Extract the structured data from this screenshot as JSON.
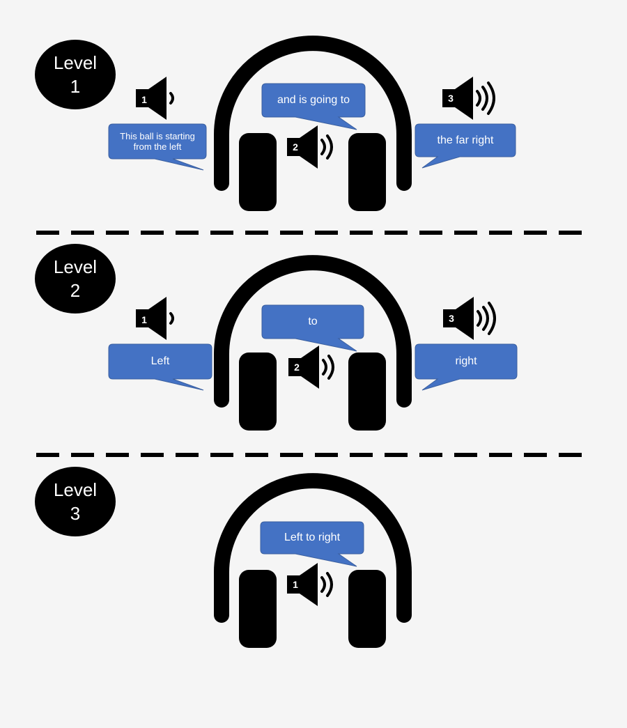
{
  "colors": {
    "bubble": "#4472c4",
    "bubble_border": "#3a5f9f",
    "ink": "#000000",
    "background": "#f5f5f5"
  },
  "levels": [
    {
      "badge": [
        "Level",
        "1"
      ],
      "bubbles": {
        "left": "This ball is starting from the left",
        "center": "and is going to",
        "right": "the far right"
      },
      "speakers": {
        "left": "1",
        "center": "2",
        "right": "3"
      }
    },
    {
      "badge": [
        "Level",
        "2"
      ],
      "bubbles": {
        "left": "Left",
        "center": "to",
        "right": "right"
      },
      "speakers": {
        "left": "1",
        "center": "2",
        "right": "3"
      }
    },
    {
      "badge": [
        "Level",
        "3"
      ],
      "bubbles": {
        "center": "Left to right"
      },
      "speakers": {
        "center": "1"
      }
    }
  ]
}
